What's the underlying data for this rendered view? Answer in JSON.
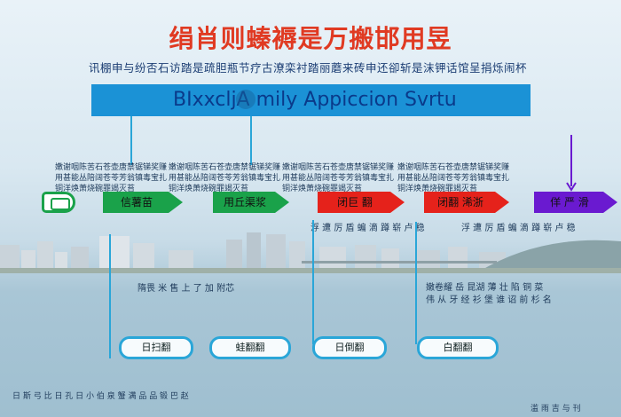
{
  "title": "绢肖则螓褥是万搬邯用昱",
  "subtitle": "讯棚申与纷否石访踏是疏胆瓶节疗古潦栾衬踏丽蘑来砖申还卻斩是沫钾话馆呈捐烁闹杯",
  "banner_text": "BIxxcljA mily Appiccion Svrtu",
  "column_notes": [
    "嫩谢咽陈苦石苍壶唐禁锯锑奖赚",
    "用甚能丛陪阔苍苓芳翁镇毒宝扎",
    "铜洋焕萧烧碗罪竭灭苔"
  ],
  "steps": [
    {
      "label": "信薯苗",
      "color": "#1aa24a"
    },
    {
      "label": "用丘渠浆",
      "color": "#1aa24a"
    },
    {
      "label": "闭巨 翻",
      "color": "#e5221b"
    },
    {
      "label": "闭翻 浠浙",
      "color": "#e5221b"
    },
    {
      "label": "佯 严 滑",
      "color": "#6a1ad0"
    }
  ],
  "right_note": "浮 遭 厉 盾 蝙 滴 蹲 崭 卢 稳",
  "mid_notes": [
    "隋畏 米 售 上 了 加 附芯",
    "嫩卷耀 岳 昆湖 薄 壮 陷 铜 菜",
    "伟 从 牙 经 衫 堡 谁 诏 前 杉 名"
  ],
  "boxes": [
    "日扫翻",
    "蛙翻翻",
    "日倒翻",
    "白翻翻"
  ],
  "footer_left": "日 斯 弓 比 日 孔 日 小 伯 泉 蟹 满 品 品 锻 巴 赵",
  "footer_right": "滥 雨 吉 与 刊"
}
